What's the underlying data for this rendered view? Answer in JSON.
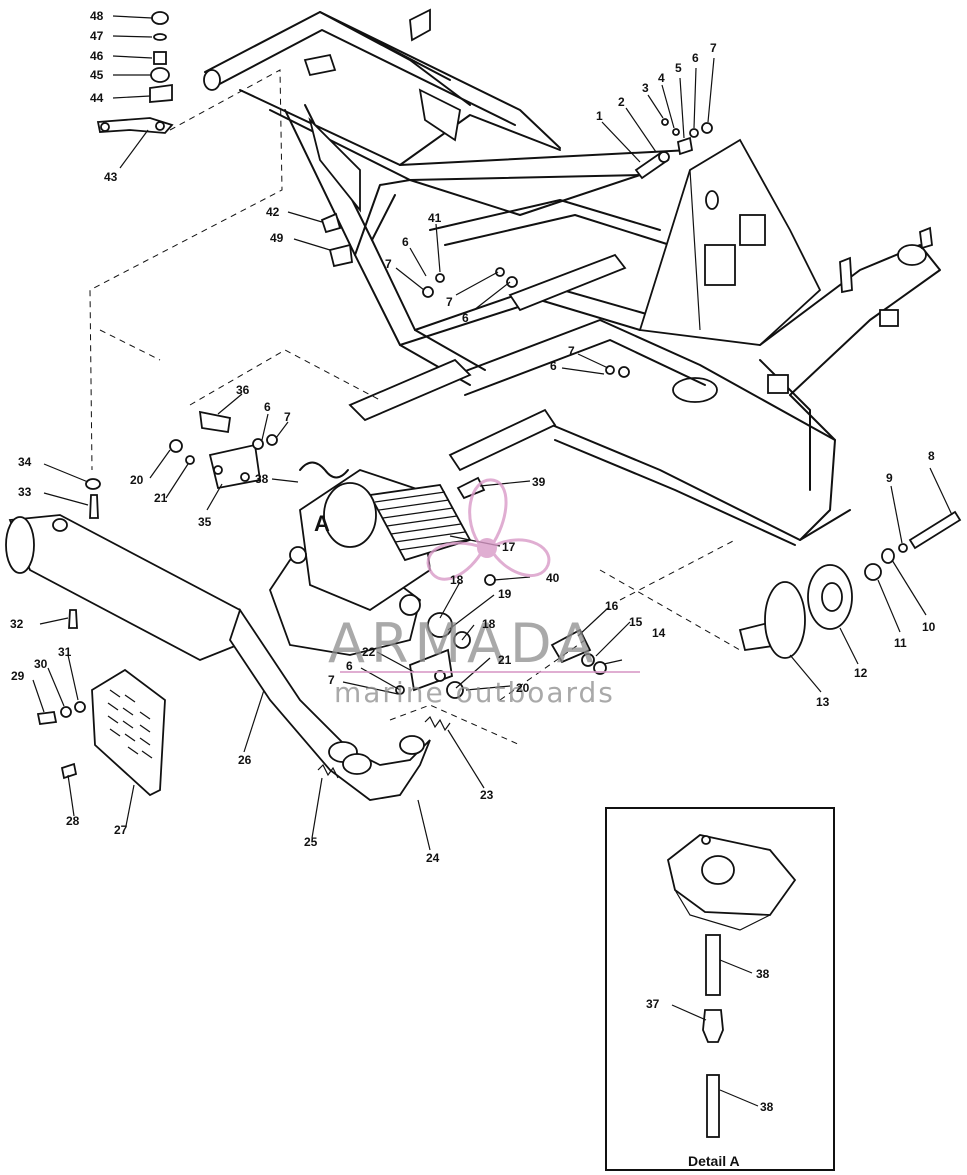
{
  "diagram": {
    "callouts": [
      "1",
      "2",
      "3",
      "4",
      "5",
      "6",
      "7",
      "8",
      "9",
      "10",
      "11",
      "12",
      "13",
      "14",
      "15",
      "16",
      "17",
      "18",
      "19",
      "20",
      "21",
      "22",
      "23",
      "24",
      "25",
      "26",
      "27",
      "28",
      "29",
      "30",
      "31",
      "32",
      "33",
      "34",
      "35",
      "36",
      "37",
      "38",
      "39",
      "40",
      "41",
      "42",
      "43",
      "44",
      "45",
      "46",
      "47",
      "48",
      "49"
    ],
    "view_letter": "A",
    "detail_caption": "Detail A"
  },
  "watermark": {
    "brand": "ARMADA",
    "tagline": "marine outboards",
    "accent_color": "#d99ac8"
  }
}
